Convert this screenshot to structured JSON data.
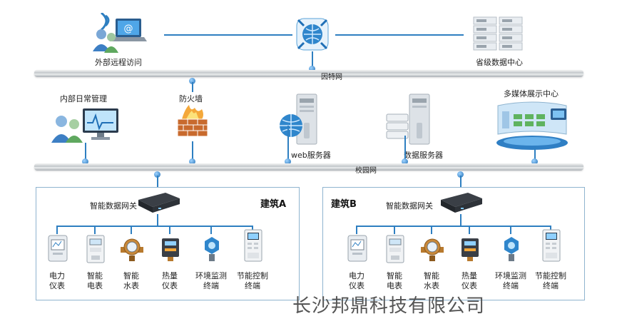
{
  "top": {
    "remote_access": "外部远程访问",
    "provincial_dc": "省级数据中心"
  },
  "internet_label": "因特网",
  "middle": {
    "internal_mgmt": "内部日常管理",
    "firewall": "防火墙",
    "web_server": "web服务器",
    "data_server": "数据服务器",
    "multimedia": "多媒体展示中心"
  },
  "campus_label": "校园网",
  "buildings": [
    {
      "name": "建筑A",
      "gateway": "智能数据网关",
      "devices": [
        {
          "line1": "电力",
          "line2": "仪表"
        },
        {
          "line1": "智能",
          "line2": "电表"
        },
        {
          "line1": "智能",
          "line2": "水表"
        },
        {
          "line1": "热量",
          "line2": "仪表"
        },
        {
          "line1": "环境监测",
          "line2": "终端"
        },
        {
          "line1": "节能控制",
          "line2": "终端"
        }
      ]
    },
    {
      "name": "建筑B",
      "gateway": "智能数据网关",
      "devices": [
        {
          "line1": "电力",
          "line2": "仪表"
        },
        {
          "line1": "智能",
          "line2": "电表"
        },
        {
          "line1": "智能",
          "line2": "水表"
        },
        {
          "line1": "热量",
          "line2": "仪表"
        },
        {
          "line1": "环境监测",
          "line2": "终端"
        },
        {
          "line1": "节能控制",
          "line2": "终端"
        }
      ]
    }
  ],
  "watermark": "长沙邦鼎科技有限公司",
  "colors": {
    "link": "#2e7fc1",
    "box_border": "#8fb4cf"
  }
}
